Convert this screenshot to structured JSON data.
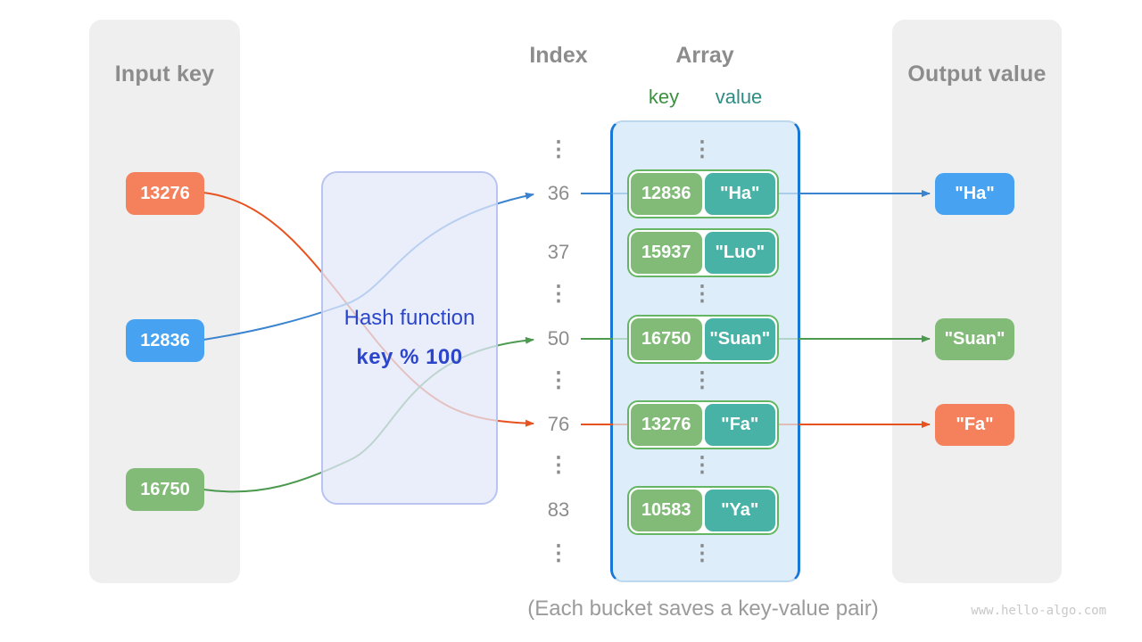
{
  "input_panel": {
    "title": "Input key",
    "keys": [
      "13276",
      "12836",
      "16750"
    ]
  },
  "hash_box": {
    "line1": "Hash function",
    "line2": "key % 100"
  },
  "index_column": {
    "header": "Index",
    "rows": [
      "36",
      "37",
      "50",
      "76",
      "83"
    ],
    "ellipsis": "⋮"
  },
  "array": {
    "header": "Array",
    "key_label": "key",
    "value_label": "value",
    "buckets": [
      {
        "key": "12836",
        "value": "\"Ha\""
      },
      {
        "key": "15937",
        "value": "\"Luo\""
      },
      {
        "key": "16750",
        "value": "\"Suan\""
      },
      {
        "key": "13276",
        "value": "\"Fa\""
      },
      {
        "key": "10583",
        "value": "\"Ya\""
      }
    ]
  },
  "output_panel": {
    "title": "Output value",
    "values": [
      "\"Ha\"",
      "\"Suan\"",
      "\"Fa\""
    ]
  },
  "caption": "(Each bucket saves a key-value pair)",
  "watermark": "www.hello-algo.com",
  "colors": {
    "panel_bg": "#efefef",
    "title_gray": "#8c8c8c",
    "orange": "#f4805c",
    "blue": "#47a3f1",
    "green": "#82ba78",
    "teal": "#47b2a5",
    "bucket_border": "#64b662",
    "container_bg": "#ddeefa",
    "container_border_blue": "#1878d8",
    "hash_text_blue": "#2b45cb",
    "hash_box_border": "#b9c4f0",
    "line_orange": "#e8521f",
    "line_blue": "#3a84cf",
    "line_green": "#4c9950",
    "key_label_green": "#3d9142",
    "value_label_teal": "#2e8c82",
    "watermark_gray": "#c8c8c8"
  }
}
